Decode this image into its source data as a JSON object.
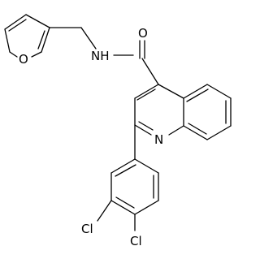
{
  "molecule": {
    "atoms": {
      "oxygen_carbonyl": "O",
      "nitrogen_amide": "NH",
      "oxygen_furan": "O",
      "nitrogen_quinoline": "N",
      "chlorine_para": "Cl",
      "chlorine_meta": "Cl"
    }
  }
}
